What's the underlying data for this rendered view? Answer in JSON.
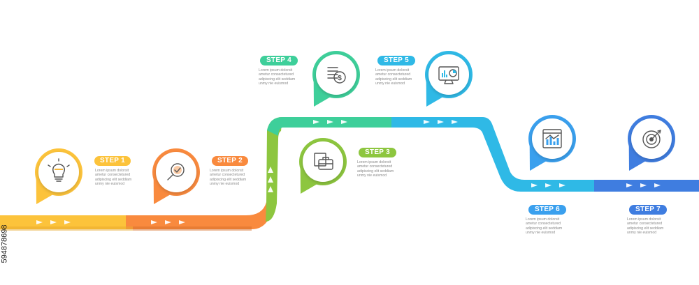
{
  "steps": [
    {
      "label": "STEP 1",
      "color": "#fcc33b",
      "icon": "lightbulb-icon",
      "lines": [
        "Lorem ipsum dolorsit",
        "ametur consectetured",
        "adipiscing elit seddiam",
        "unmy nie euismod"
      ]
    },
    {
      "label": "STEP 2",
      "color": "#f98a3e",
      "icon": "magnifier-icon",
      "lines": [
        "Lorem ipsum dolorsit",
        "ametur consectetured",
        "adipiscing elit seddiam",
        "unmy nie euismod"
      ]
    },
    {
      "label": "STEP 3",
      "color": "#8dc63f",
      "icon": "briefcase-icon",
      "lines": [
        "Lorem ipsum dolorsit",
        "ametur consectetured",
        "adipiscing elit seddiam",
        "unmy nie euismod"
      ]
    },
    {
      "label": "STEP 4",
      "color": "#3ecf9a",
      "icon": "coins-icon",
      "lines": [
        "Lorem ipsum dolorsit",
        "ametur consectetured",
        "adipiscing elit seddiam",
        "unmy nie euismod"
      ]
    },
    {
      "label": "STEP 5",
      "color": "#2fb9e6",
      "icon": "monitor-chart-icon",
      "lines": [
        "Lorem ipsum dolorsit",
        "ametur consectetured",
        "adipiscing elit seddiam",
        "unmy nie euismod"
      ]
    },
    {
      "label": "STEP 6",
      "color": "#3aa0ee",
      "icon": "bar-chart-icon",
      "lines": [
        "Lorem ipsum dolorsit",
        "ametur consectetured",
        "adipiscing elit seddiam",
        "unmy nie euismod"
      ]
    },
    {
      "label": "STEP 7",
      "color": "#3f7de0",
      "icon": "target-icon",
      "lines": [
        "Lorem ipsum dolorsit",
        "ametur consectetured",
        "adipiscing elit seddiam",
        "unmy nie euismod"
      ]
    }
  ],
  "stock_id": "594878698"
}
